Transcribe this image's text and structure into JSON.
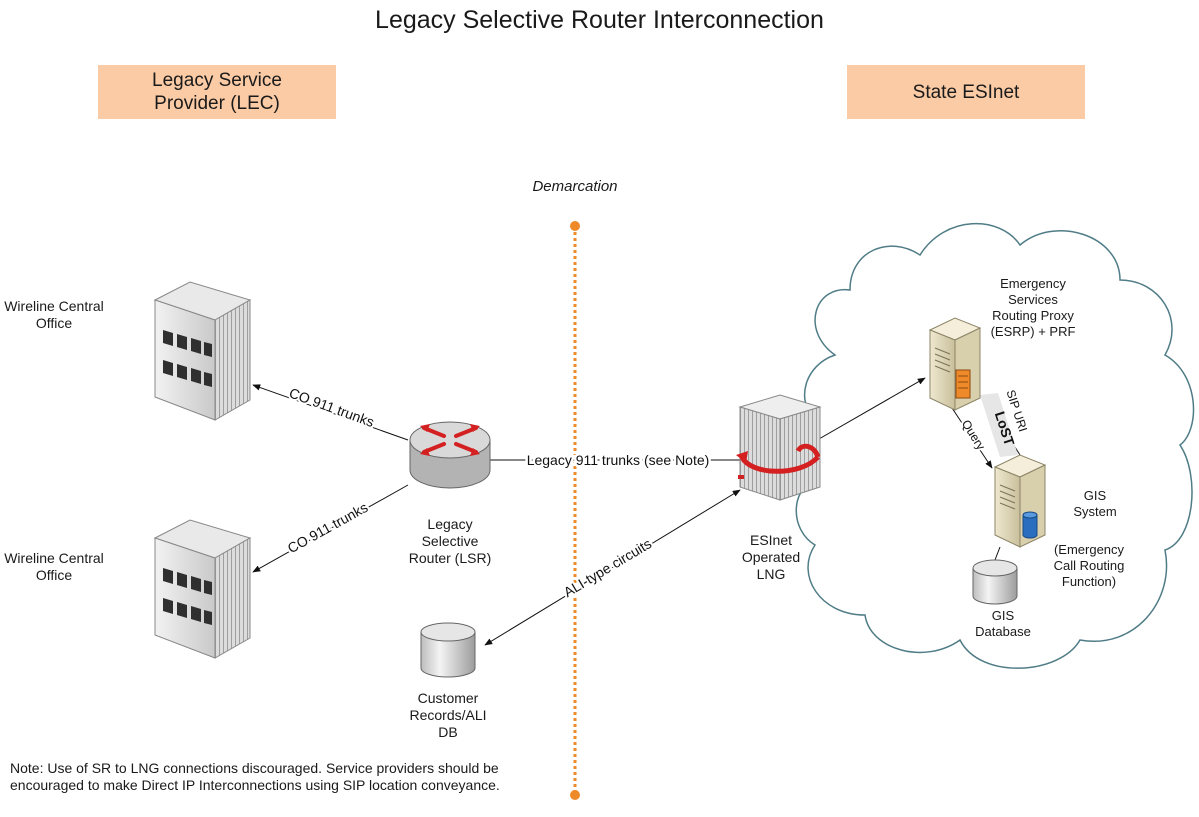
{
  "title": "Legacy Selective Router Interconnection",
  "headers": {
    "left": "Legacy Service Provider (LEC)",
    "right": "State ESInet"
  },
  "demarcation": "Demarcation",
  "nodes": {
    "central_office_top": "Wireline Central Office",
    "central_office_bottom": "Wireline Central Office",
    "lsr": "Legacy Selective Router (LSR)",
    "ali_db": "Customer Records/ALI DB",
    "lng": "ESInet Operated LNG",
    "esrp": "Emergency Services Routing Proxy (ESRP) + PRF",
    "gis_system": "GIS System",
    "ecrf": "(Emergency Call Routing Function)",
    "gis_db": "GIS Database"
  },
  "links": {
    "co_trunks_top": "CO 911 trunks",
    "co_trunks_bottom": "CO 911 trunks",
    "legacy_trunks": "Legacy 911 trunks (see Note)",
    "ali_circuits": "ALI-type circuits",
    "lost": "LoST",
    "sip_uri": "SIP URI",
    "query": "Query"
  },
  "note": "Note:  Use of SR to LNG connections discouraged.   Service providers should be encouraged to make Direct IP Interconnections using SIP location conveyance.",
  "colors": {
    "header_fill": "#fbcba5",
    "demarcation_line": "#ee8a2a",
    "cloud_stroke": "#4f7c86",
    "router_arrows": "#d42020"
  },
  "icons": [
    "building-icon",
    "router-icon",
    "database-icon",
    "tower-server-icon",
    "server-icon"
  ]
}
